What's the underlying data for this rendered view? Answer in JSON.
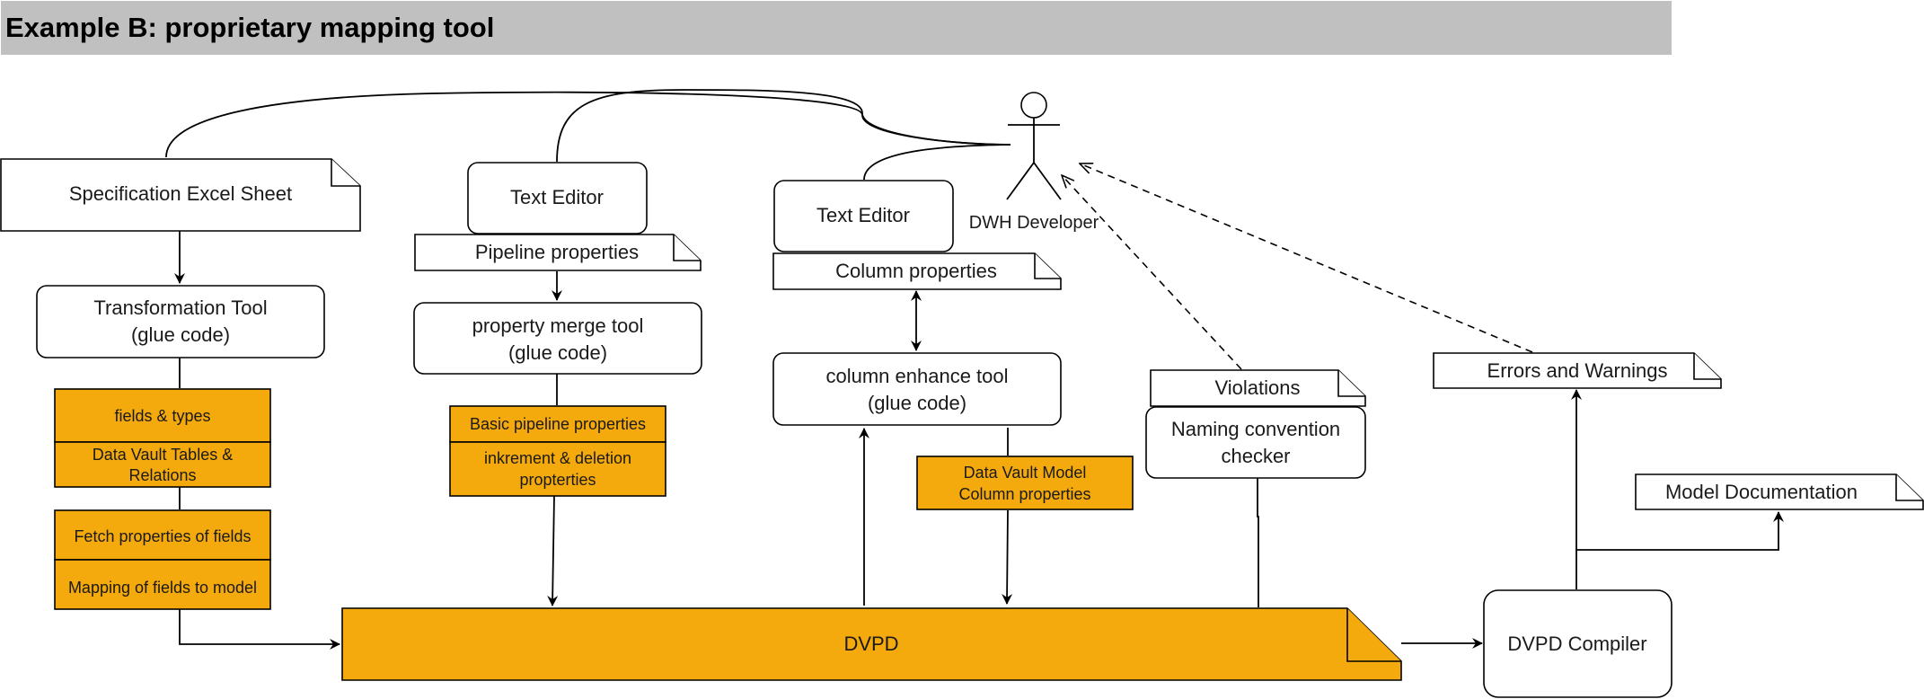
{
  "title": "Example B: proprietary mapping tool",
  "nodes": {
    "spec_sheet": "Specification Excel Sheet",
    "text_editor_1": "Text Editor",
    "text_editor_2": "Text Editor",
    "dwh_developer": "DWH Developer",
    "pipeline_properties": "Pipeline properties",
    "column_properties": "Column properties",
    "transformation_tool": [
      "Transformation Tool",
      "(glue code)"
    ],
    "property_merge_tool": [
      "property merge tool",
      "(glue code)"
    ],
    "column_enhance_tool": [
      "column enhance tool",
      "(glue code)"
    ],
    "violations": "Violations",
    "naming_checker": [
      "Naming convention",
      "checker"
    ],
    "errors_warnings": "Errors and Warnings",
    "model_documentation": "Model Documentation",
    "fields_types": "fields & types",
    "dv_tables": [
      "Data Vault Tables &",
      "Relations"
    ],
    "fetch_props": "Fetch properties of fields",
    "mapping_fields": "Mapping of fields to model",
    "basic_pipeline": "Basic pipeline properties",
    "increment_deletion": [
      "inkrement & deletion",
      "propterties"
    ],
    "dv_model_props": [
      "Data Vault Model",
      "Column properties"
    ],
    "dvpd": "DVPD",
    "dvpd_compiler": "DVPD Compiler"
  },
  "colors": {
    "accent": "#f4a90c",
    "header_bg": "#c0c0c0",
    "stroke": "#000000"
  }
}
